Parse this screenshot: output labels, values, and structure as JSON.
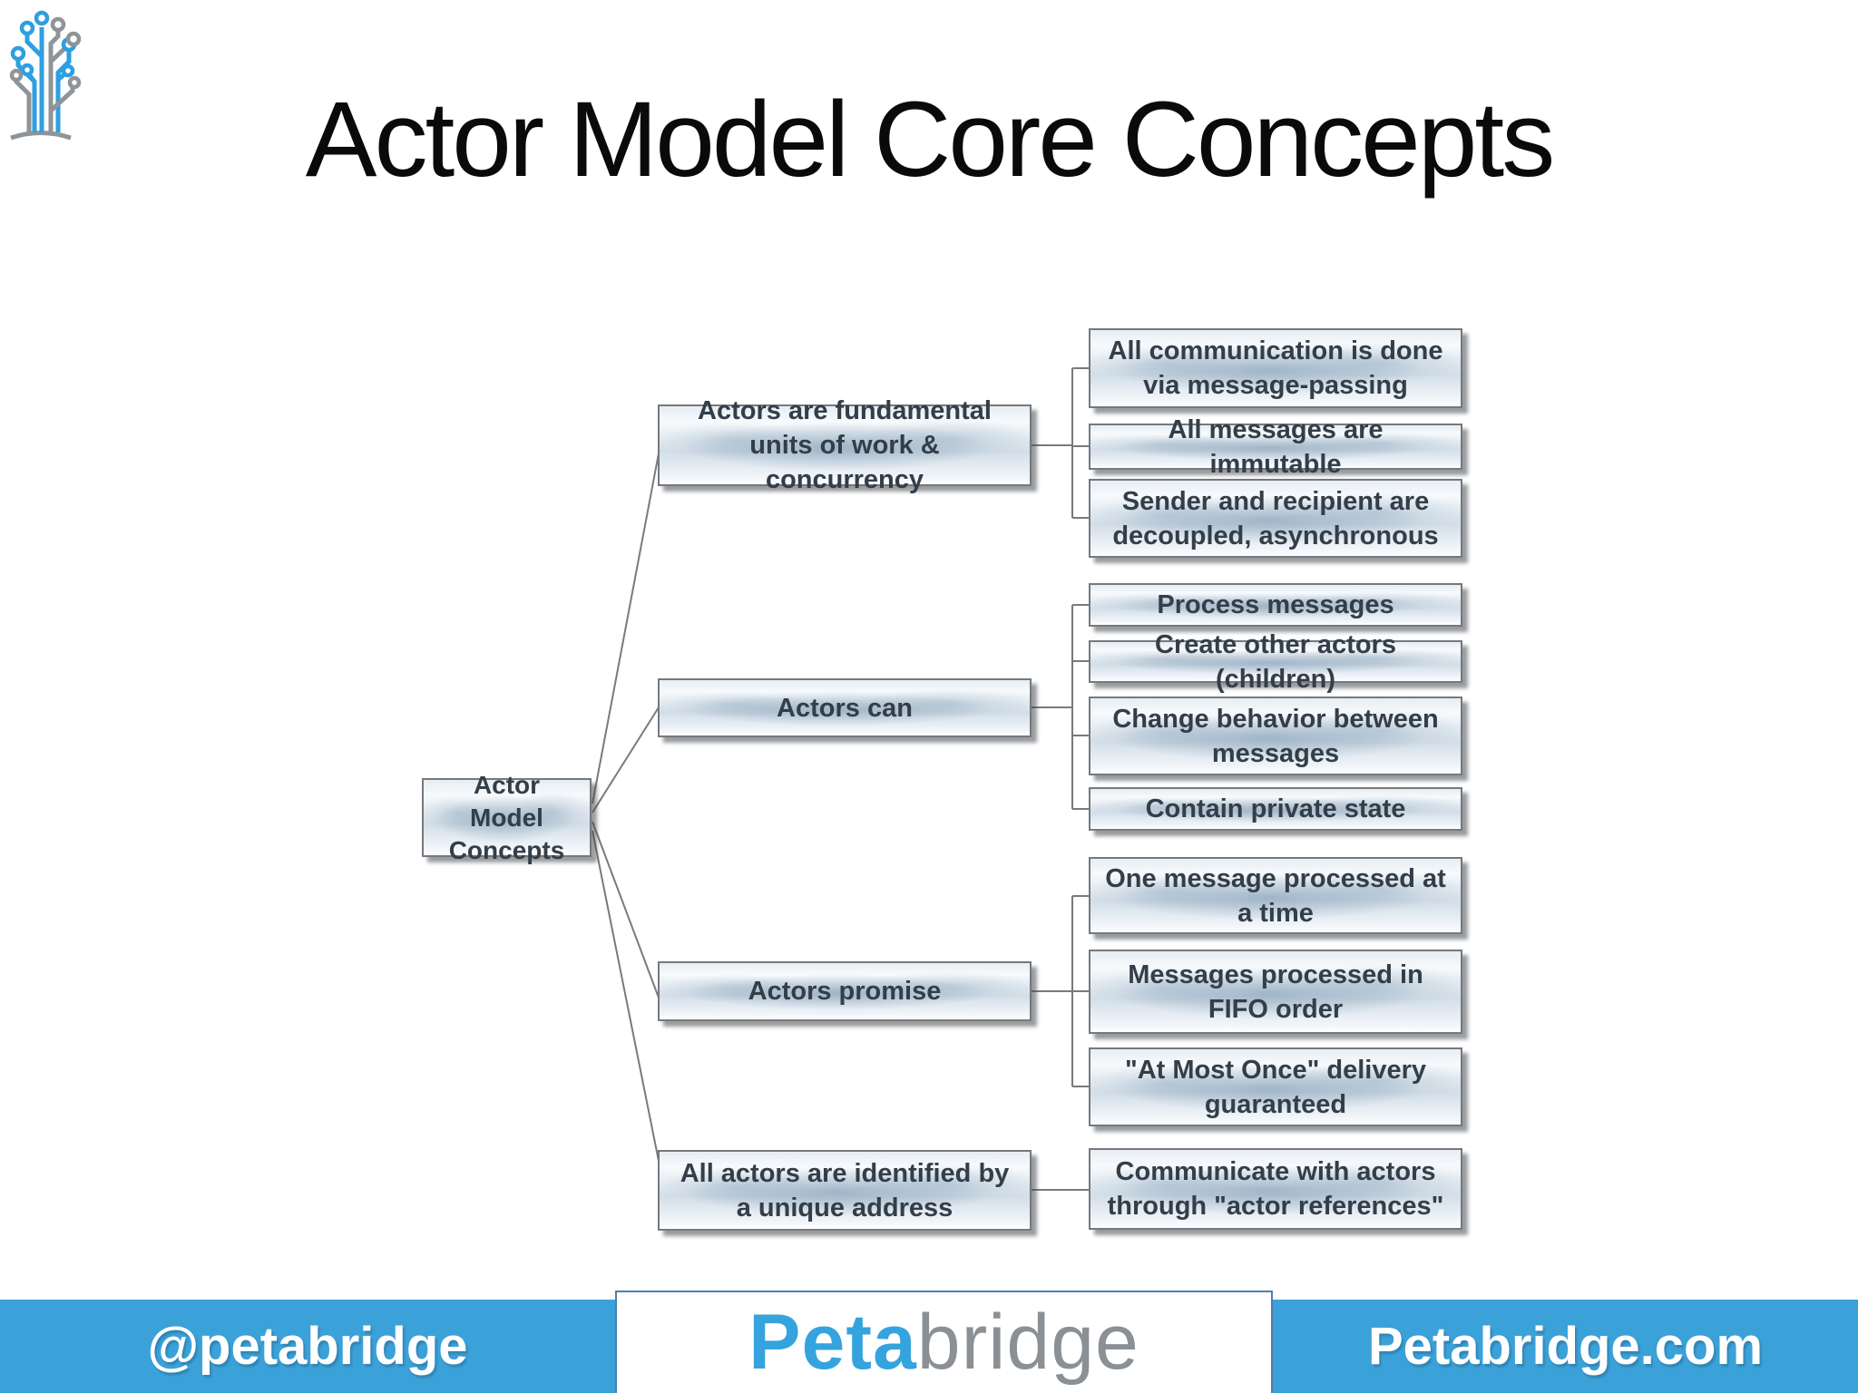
{
  "slide": {
    "title": "Actor Model Core Concepts"
  },
  "diagram": {
    "root": {
      "label": "Actor Model Concepts"
    },
    "branches": [
      {
        "label": "Actors are fundamental units of work & concurrency",
        "children": [
          "All communication is done via message-passing",
          "All messages are immutable",
          "Sender and recipient are decoupled, asynchronous"
        ]
      },
      {
        "label": "Actors can",
        "children": [
          "Process messages",
          "Create other actors (children)",
          "Change behavior between messages",
          "Contain private state"
        ]
      },
      {
        "label": "Actors promise",
        "children": [
          "One message processed at a time",
          "Messages processed in FIFO order",
          "\"At Most Once\" delivery guaranteed"
        ]
      },
      {
        "label": "All actors are identified by a unique address",
        "children": [
          "Communicate with actors through \"actor references\""
        ]
      }
    ]
  },
  "footer": {
    "twitter_handle": "@petabridge",
    "logo_text_primary": "Peta",
    "logo_text_secondary": "bridge",
    "website": "Petabridge.com",
    "bar_color": "#3ba1d9"
  },
  "colors": {
    "accent_blue": "#35a3dd",
    "logo_gray": "#8f9499",
    "node_border": "#75797e",
    "connector": "#7a7a7a"
  }
}
